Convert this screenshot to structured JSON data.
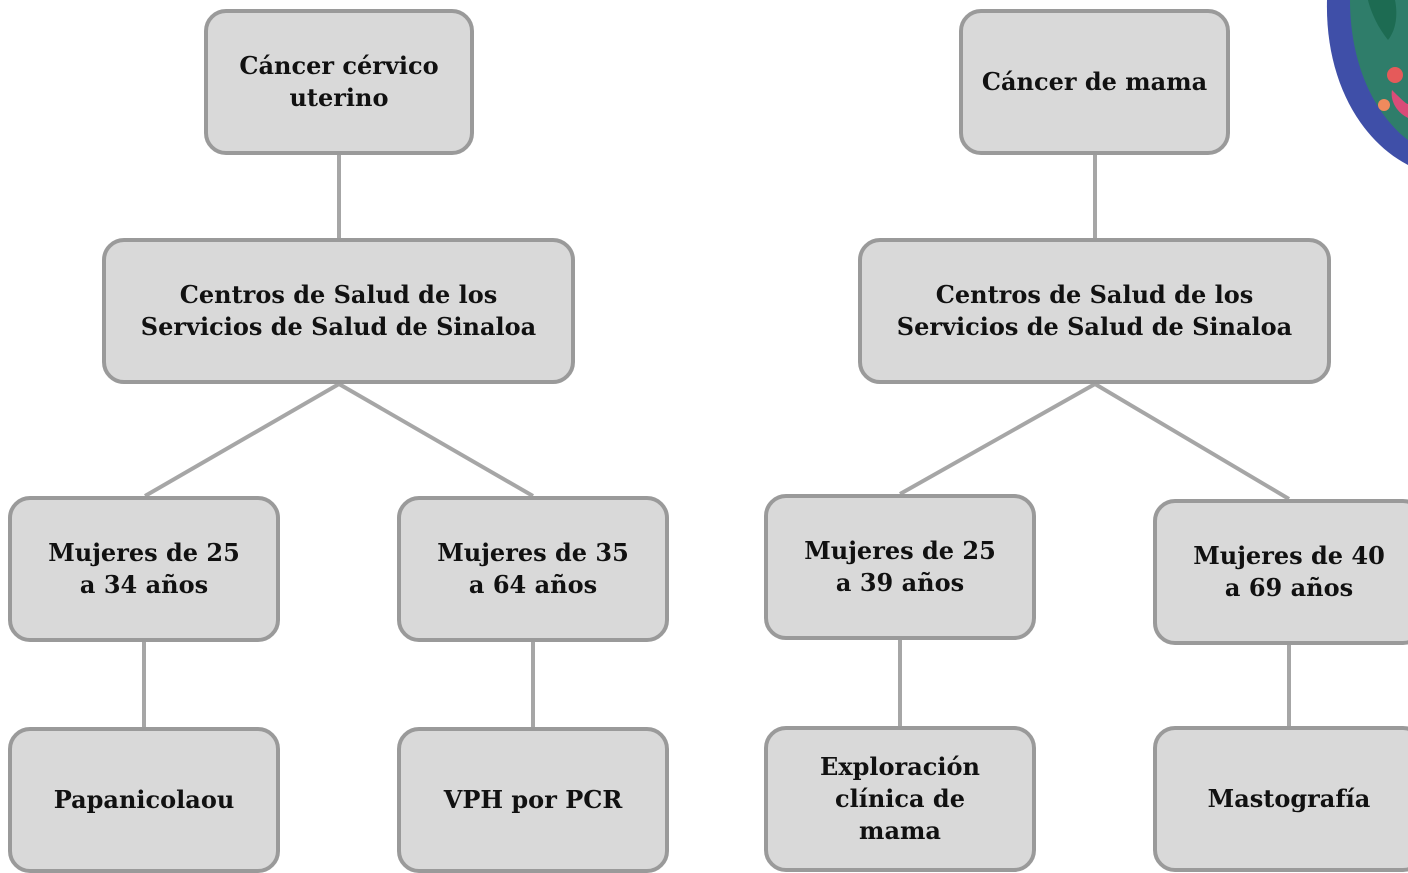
{
  "nodes": {
    "cancer_cervico": "Cáncer cérvico uterino",
    "cancer_mama": "Cáncer de mama",
    "centros_1": "Centros de Salud de los Servicios de Salud de Sinaloa",
    "centros_2": "Centros de Salud de los Servicios de Salud de Sinaloa",
    "mujeres_25_34": "Mujeres de 25 a 34 años",
    "mujeres_35_64": "Mujeres de 35 a 64 años",
    "mujeres_25_39": "Mujeres de 25 a 39 años",
    "mujeres_40_69": "Mujeres de 40 a 69 años",
    "papanicolaou": "Papanicolaou",
    "vph_pcr": "VPH por PCR",
    "exploracion": "Exploración clínica de mama",
    "mastografia": "Mastografía"
  },
  "colors": {
    "node_fill": "#d9d9d9",
    "node_border": "#9a9a9a",
    "connector": "#a6a6a6",
    "text": "#111111"
  }
}
